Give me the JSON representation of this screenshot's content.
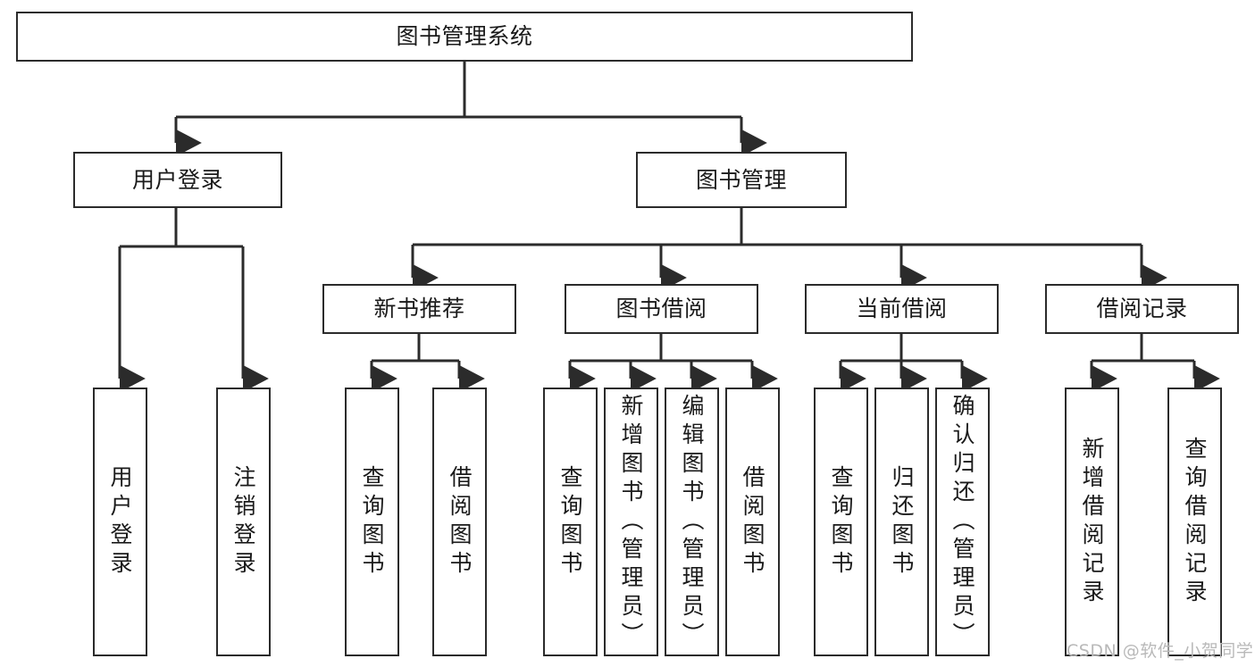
{
  "diagram": {
    "type": "tree-hierarchy",
    "title": "图书管理系统",
    "watermark": "CSDN @软件_小贺同学",
    "colors": {
      "box_border": "#2b2b2b",
      "box_fill": "#ffffff",
      "connector": "#2b2b2b",
      "text": "#1a1a1a",
      "watermark": "#b9b9b9",
      "background": "#ffffff"
    },
    "nodes": {
      "root": {
        "label": "图书管理系统"
      },
      "level2": [
        {
          "id": "user-login",
          "label": "用户登录"
        },
        {
          "id": "book-management",
          "label": "图书管理"
        }
      ],
      "level3": [
        {
          "id": "new-book-recommend",
          "label": "新书推荐"
        },
        {
          "id": "book-borrow",
          "label": "图书借阅"
        },
        {
          "id": "current-borrow",
          "label": "当前借阅"
        },
        {
          "id": "borrow-record",
          "label": "借阅记录"
        }
      ],
      "leaves": {
        "user_login": [
          {
            "id": "leaf-user-login",
            "label": "用户登录"
          },
          {
            "id": "leaf-logout-login",
            "label": "注销登录"
          }
        ],
        "new_book_recommend": [
          {
            "id": "leaf-query-book-1",
            "label": "查询图书"
          },
          {
            "id": "leaf-borrow-book-1",
            "label": "借阅图书"
          }
        ],
        "book_borrow": [
          {
            "id": "leaf-query-book-2",
            "label": "查询图书"
          },
          {
            "id": "leaf-add-book",
            "label": "新增图书（管理员）"
          },
          {
            "id": "leaf-edit-book",
            "label": "编辑图书（管理员）"
          },
          {
            "id": "leaf-borrow-book-2",
            "label": "借阅图书"
          }
        ],
        "current_borrow": [
          {
            "id": "leaf-query-book-3",
            "label": "查询图书"
          },
          {
            "id": "leaf-return-book",
            "label": "归还图书"
          },
          {
            "id": "leaf-confirm-return",
            "label": "确认归还（管理员）"
          }
        ],
        "borrow_record": [
          {
            "id": "leaf-add-borrow-record",
            "label": "新增借阅记录"
          },
          {
            "id": "leaf-query-borrow-record",
            "label": "查询借阅记录"
          }
        ]
      }
    }
  }
}
